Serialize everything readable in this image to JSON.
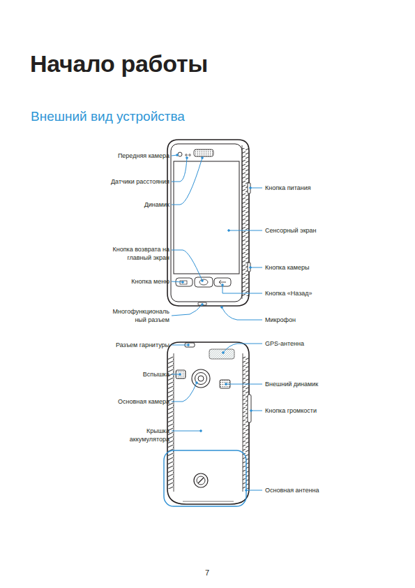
{
  "diagram": {
    "title": "Начало работы",
    "labels": [
      "Внешний вид устройства",
      "Передняя камера",
      "Датчики расстояния",
      "Динамик",
      "Кнопка возврата на главный экран",
      "Кнопка меню",
      "Многофункциональ ный разъем",
      "Кнопка питания",
      "Сенсорный экран",
      "Кнопка камеры",
      "Кнопка «Назад»",
      "Микрофон",
      "Разъем гарнитуры",
      "Вспышка",
      "Основная камера",
      "Крышка аккумулятора",
      "GPS-антенна",
      "Внешний динамик",
      "Кнопка громкости",
      "Основная антенна",
      "7"
    ]
  }
}
